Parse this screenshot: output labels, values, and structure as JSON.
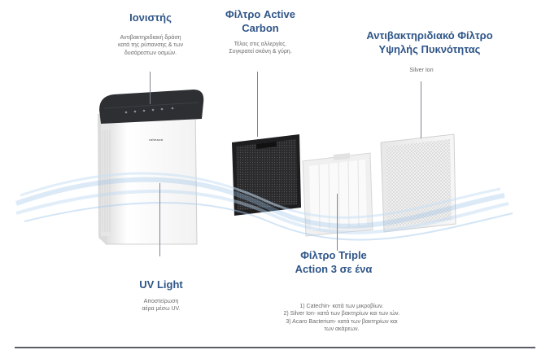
{
  "labels": {
    "ionizer": {
      "title": "Ιονιστής",
      "desc": "Αντιβακτηριδιακή δράση\nκατά της ρύπανσης & των\nδυσάρεστων οσμών."
    },
    "active_carbon": {
      "title_line1": "Φίλτρο Active",
      "title_line2": "Carbon",
      "desc": "Τέλος στις αλλεργίες.\nΣυγκρατεί σκόνη & γύρη."
    },
    "hepa": {
      "title_line1": "Αντιβακτηριδιακό Φίλτρο",
      "title_line2": "Υψηλής Πυκνότητας",
      "desc": "Silver Ion"
    },
    "uv_light": {
      "title": "UV Light",
      "desc": "Αποστείρωση\nαέρα μέσω UV."
    },
    "triple_action": {
      "title_line1": "Φίλτρο Triple",
      "title_line2": "Action 3 σε ένα",
      "items": [
        "1) Catechin- κατά των μικροβίων.",
        "2) Silver Ion- κατά των βακτηρίων και των ιών.",
        "3) Acaro Bacterium- κατά των βακτηρίων και",
        "των ακάρεων."
      ]
    }
  },
  "device": {
    "brand": "rohnson"
  },
  "colors": {
    "title": "#2f5588",
    "desc": "#6a6a6a",
    "wave": "#9cc3ea",
    "carbon": "#2c2c2e"
  }
}
